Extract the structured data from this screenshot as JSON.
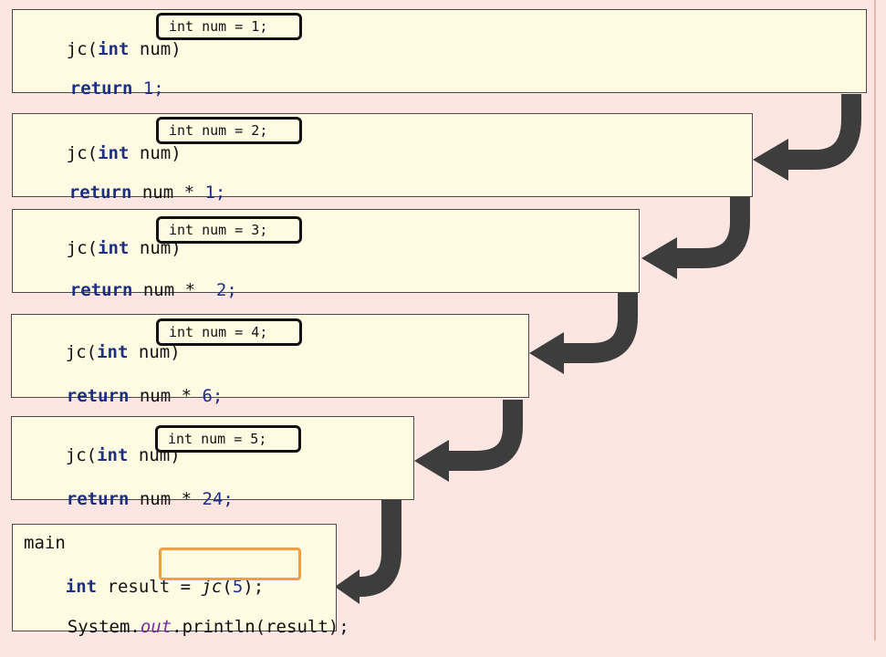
{
  "frames": [
    {
      "fn": "jc",
      "paren_open": "(",
      "type": "int",
      "param": " num)",
      "badge": "int num = 1;",
      "ret_kw": "return",
      "ret_expr": "",
      "ret_val": "1;"
    },
    {
      "fn": "jc",
      "paren_open": "(",
      "type": "int",
      "param": " num)",
      "badge": "int num = 2;",
      "ret_kw": "return",
      "ret_expr": " num * ",
      "ret_val": "1;"
    },
    {
      "fn": "jc",
      "paren_open": "(",
      "type": "int",
      "param": " num)",
      "badge": "int num = 3;",
      "ret_kw": "return",
      "ret_expr": " num *  ",
      "ret_val": "2;"
    },
    {
      "fn": "jc",
      "paren_open": "(",
      "type": "int",
      "param": " num)",
      "badge": "int num = 4;",
      "ret_kw": "return",
      "ret_expr": " num * ",
      "ret_val": "6;"
    },
    {
      "fn": "jc",
      "paren_open": "(",
      "type": "int",
      "param": " num)",
      "badge": "int num = 5;",
      "ret_kw": "return",
      "ret_expr": " num * ",
      "ret_val": "24;"
    }
  ],
  "main": {
    "title": "main",
    "decl_type": "int",
    "decl_rest": " result = ",
    "call_fn": "jc",
    "call_open": "(",
    "call_arg": "5",
    "call_close": ");",
    "print_prefix": "System.",
    "print_out": "out",
    "print_rest": ".println(result);"
  },
  "colors": {
    "background": "#fde6e2",
    "frame_fill": "#fffbe3",
    "keyword": "#1c2f80",
    "arrow": "#3d3d3d",
    "highlight": "#f0a040"
  }
}
